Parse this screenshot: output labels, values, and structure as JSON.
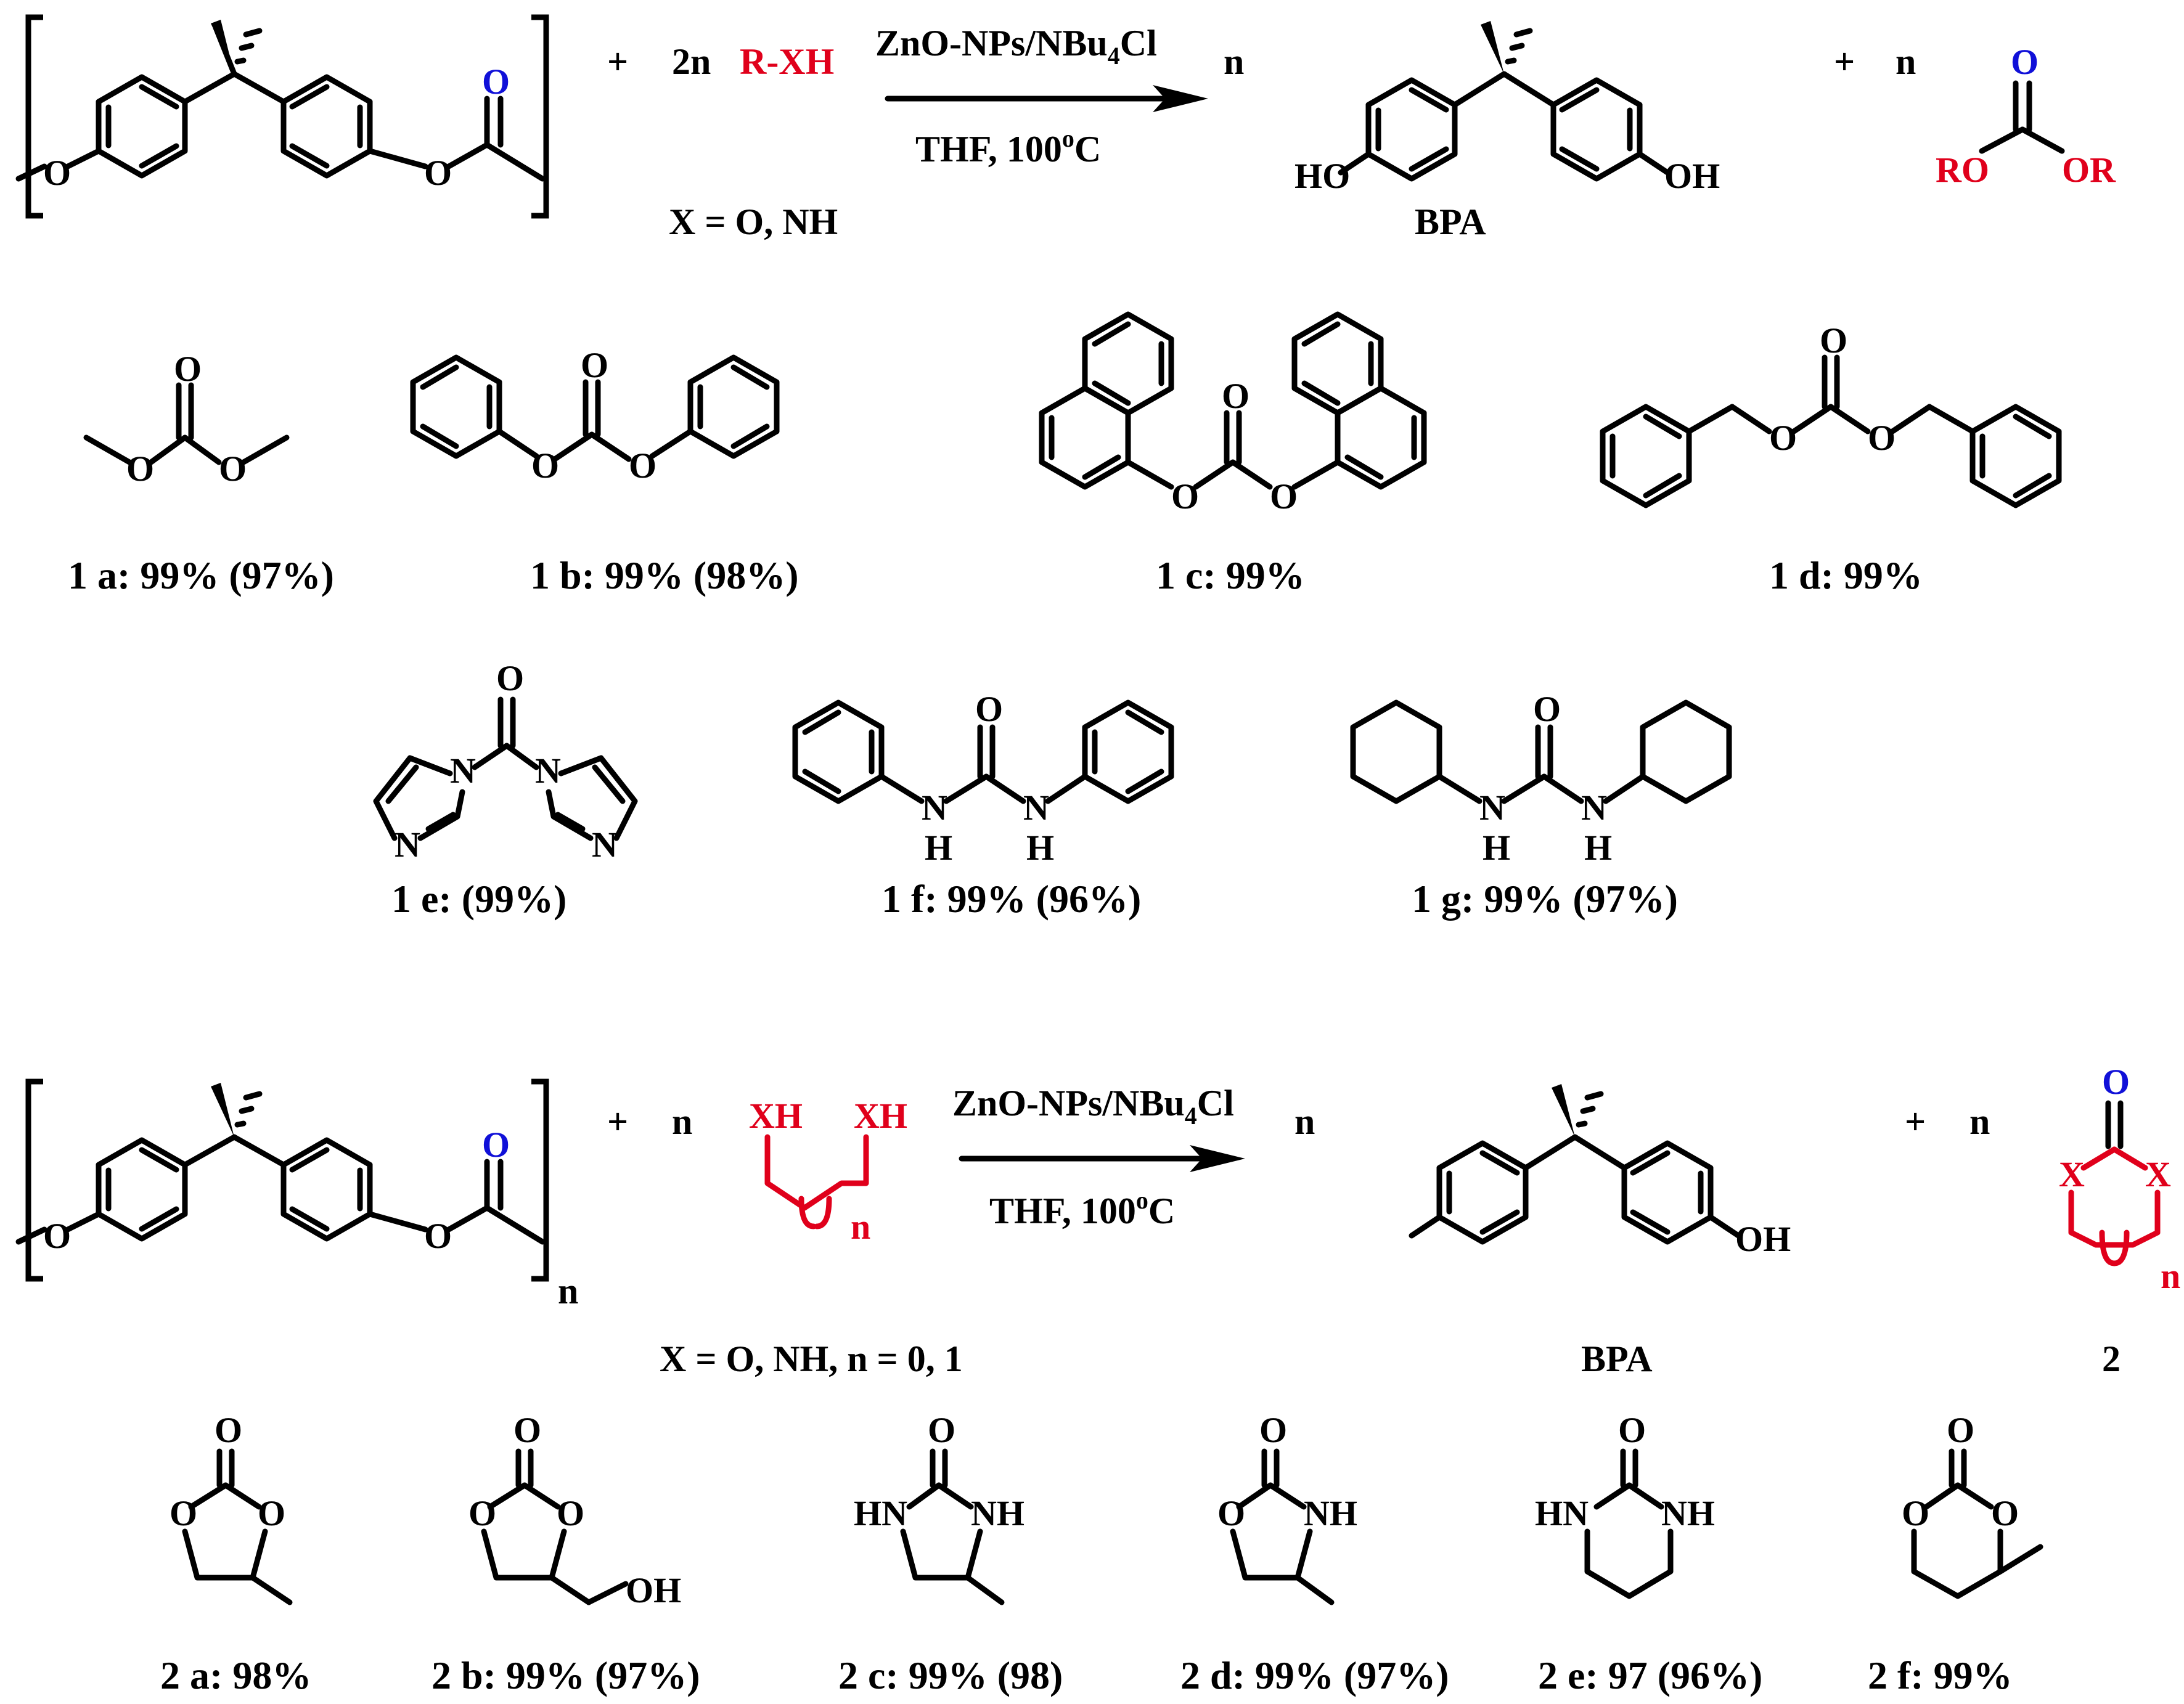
{
  "scheme1": {
    "catalyst": "ZnO-NPs/NBu",
    "catalyst_sub": "4",
    "catalyst_tail": "Cl",
    "conditions": "THF, 100",
    "conditions_sup": "o",
    "conditions_tail": "C",
    "plus": "+",
    "reagent_coeff": "2n",
    "reagent": "R-XH",
    "x_def": "X = O, NH",
    "coeff_n": "n",
    "bpa_label": "BPA",
    "product_r1": "RO",
    "product_r2": "OR",
    "ho": "HO",
    "oh": "OH",
    "o": "O"
  },
  "products1": [
    {
      "label": "1 a: 99% (97%)"
    },
    {
      "label": "1 b: 99% (98%)"
    },
    {
      "label": "1 c: 99%"
    },
    {
      "label": "1 d: 99%"
    },
    {
      "label": "1 e: (99%)"
    },
    {
      "label": "1 f: 99% (96%)"
    },
    {
      "label": "1 g: 99% (97%)"
    }
  ],
  "scheme2": {
    "catalyst": "ZnO-NPs/NBu",
    "catalyst_sub": "4",
    "catalyst_tail": "Cl",
    "conditions": "THF, 100",
    "conditions_sup": "o",
    "conditions_tail": "C",
    "plus": "+",
    "coeff_n": "n",
    "x_def": "X = O, NH, n = 0, 1",
    "bpa_label": "BPA",
    "product_label": "2",
    "xh": "XH",
    "x": "X",
    "polymer_n": "n"
  },
  "products2": [
    {
      "label": "2 a: 98%"
    },
    {
      "label": "2 b: 99% (97%)"
    },
    {
      "label": "2 c: 99% (98)"
    },
    {
      "label": "2 d: 99% (97%)"
    },
    {
      "label": "2 e: 97 (96%)"
    },
    {
      "label": "2 f: 99%"
    }
  ],
  "atoms": {
    "O": "O",
    "N": "N",
    "H": "H",
    "HN": "HN",
    "NH": "NH",
    "OH": "OH"
  },
  "colors": {
    "red": "#e0001b",
    "blue": "#1010d8",
    "black": "#000000"
  }
}
